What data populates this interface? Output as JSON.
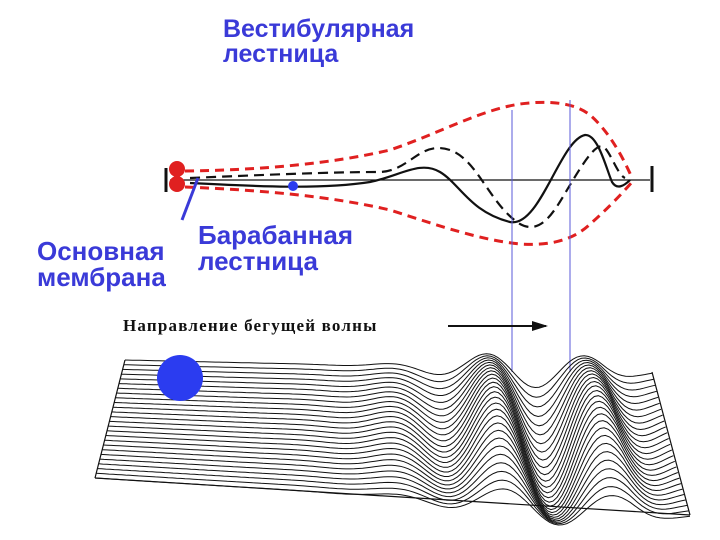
{
  "labels": {
    "vestibular_line1": "Вестибулярная",
    "vestibular_line2": "лестница",
    "tympanic_line1": "Барабанная",
    "tympanic_line2": "лестница",
    "basilar_line1": "Основная",
    "basilar_line2": "мембрана",
    "direction": "Направление бегущей волны"
  },
  "colors": {
    "label_blue": "#3a3ad8",
    "envelope_red": "#e02020",
    "marker_blue": "#2b3cf0",
    "ink": "#111111"
  }
}
